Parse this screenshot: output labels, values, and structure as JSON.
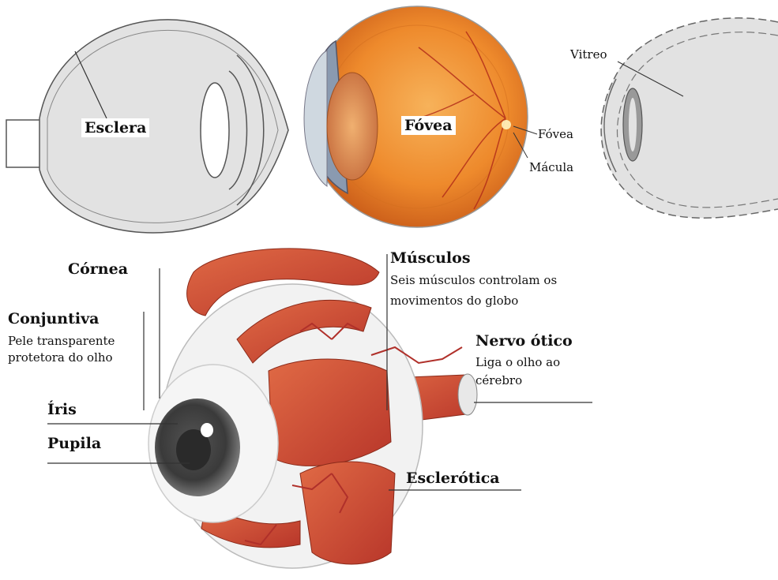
{
  "top_panel": {
    "sclera_label": "Esclera",
    "fovea_center_label": "Fóvea",
    "fovea_label": "Fóvea",
    "macula_label": "Mácula",
    "vitreous_label": "Vitreo"
  },
  "bottom_panel": {
    "cornea": "Córnea",
    "conjunctiva_title": "Conjuntiva",
    "conjunctiva_desc_1": "Pele transparente",
    "conjunctiva_desc_2": "protetora do olho",
    "iris": "Íris",
    "pupil": "Pupila",
    "muscles_title": "Músculos",
    "muscles_desc_1": "Seis músculos controlam os",
    "muscles_desc_2": "movimentos do globo",
    "optic_nerve_title": "Nervo ótico",
    "optic_nerve_desc_1": "Liga o olho ao",
    "optic_nerve_desc_2": "cérebro",
    "sclerotic": "Esclerótica"
  },
  "colors": {
    "outline": "#555555",
    "globe_grey": "#e2e2e2",
    "eye_orange": "#f08a2a",
    "muscle_red": "#c8402a",
    "vessel_red": "#b0302a",
    "iris_dark": "#3a3a3a"
  }
}
